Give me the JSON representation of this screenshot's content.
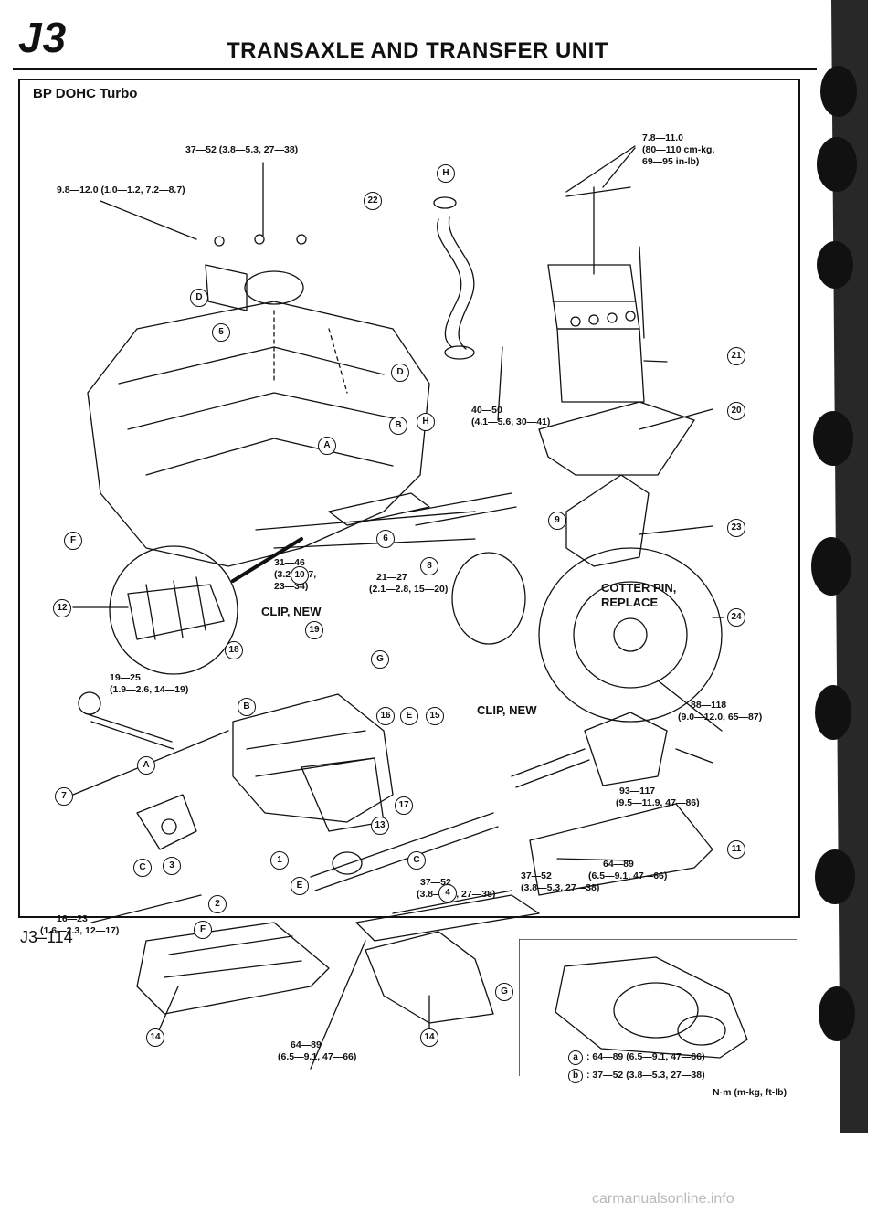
{
  "header": {
    "section_code": "J3",
    "title": "TRANSAXLE AND TRANSFER UNIT"
  },
  "subtitle": "BP DOHC Turbo",
  "page_number": "J3–114",
  "torque_specs": {
    "t1": "37—52 (3.8—5.3, 27—38)",
    "t2": "9.8—12.0 (1.0—1.2, 7.2—8.7)",
    "t3a": "7.8—11.0",
    "t3b": "(80—110 cm-kg,",
    "t3c": "69—95 in-lb)",
    "t4a": "40—50",
    "t4b": "(4.1—5.6, 30—41)",
    "t5a": "31—46",
    "t5b": "(3.2—4.7,",
    "t5c": "23—34)",
    "t6a": "21—27",
    "t6b": "(2.1—2.8, 15—20)",
    "t7a": "19—25",
    "t7b": "(1.9—2.6, 14—19)",
    "t8a": "88—118",
    "t8b": "(9.0—12.0, 65—87)",
    "t9a": "93—117",
    "t9b": "(9.5—11.9, 47—86)",
    "t10a": "64—89",
    "t10b": "(6.5—9.1, 47—66)",
    "t11a": "37—52",
    "t11b": "(3.8—5.3, 27—38)",
    "t12a": "37—52",
    "t12b": "(3.8—5.3, 27—38)",
    "t13a": "16—23",
    "t13b": "(1.6—2.3, 12—17)",
    "t14a": "64—89",
    "t14b": "(6.5—9.1, 47—66)"
  },
  "notes": {
    "cotter_a": "COTTER PIN,",
    "cotter_b": "REPLACE",
    "clip1": "CLIP, NEW",
    "clip2": "CLIP, NEW"
  },
  "callouts": {
    "c5": "5",
    "c6": "6",
    "c7": "7",
    "c8": "8",
    "c9": "9",
    "c10": "10",
    "c11": "11",
    "c12": "12",
    "c13": "13",
    "c14a": "14",
    "c14b": "14",
    "c15": "15",
    "c16": "16",
    "c17": "17",
    "c18": "18",
    "c19": "19",
    "c20": "20",
    "c21": "21",
    "c22": "22",
    "c23": "23",
    "c24": "24",
    "c1": "1",
    "c2": "2",
    "c3": "3",
    "c4": "4",
    "lA1": "A",
    "lA2": "A",
    "lB1": "B",
    "lB2": "B",
    "lC1": "C",
    "lC2": "C",
    "lD1": "D",
    "lD2": "D",
    "lE1": "E",
    "lE2": "E",
    "lF1": "F",
    "lF2": "F",
    "lG1": "G",
    "lG2": "G",
    "lH1": "H",
    "lH2": "H"
  },
  "legend": {
    "a_key": "a",
    "a_text": ": 64—89 (6.5—9.1, 47—66)",
    "b_key": "b",
    "b_text": ": 37—52 (3.8—5.3, 27—38)",
    "units": "N·m (m-kg, ft-lb)"
  },
  "footer_watermark": "carmanualsonline.info"
}
